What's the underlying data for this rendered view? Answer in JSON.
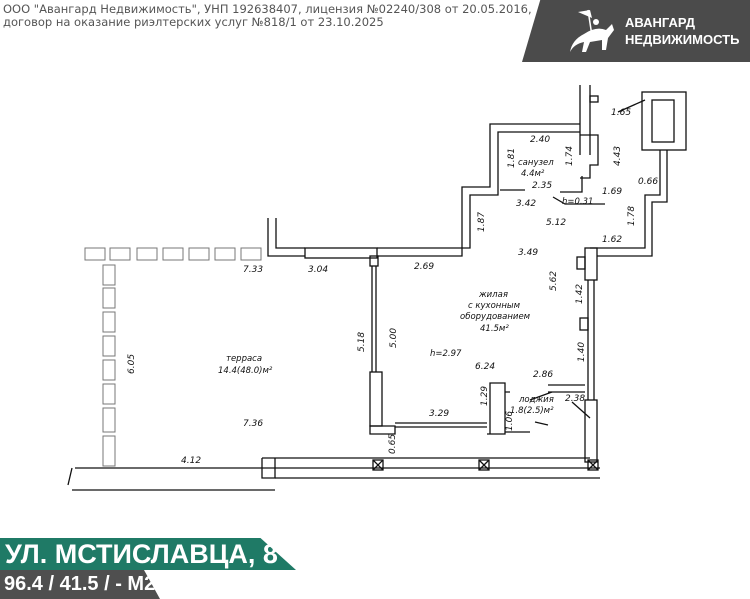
{
  "header": {
    "legal_line1": "ООО \"Авангард Недвижимость\", УНП 192638407, лицензия №02240/308 от 20.05.2016,",
    "legal_line2": "договор на оказание риэлтерских услуг №818/1 от 23.10.2025"
  },
  "logo": {
    "line1": "АВАНГАРД",
    "line2": "НЕДВИЖИМОСТЬ",
    "icon": "knight-on-horse-icon"
  },
  "plan": {
    "rooms": {
      "bathroom_name": "санузел",
      "bathroom_area": "4.4м²",
      "living_name1": "жилая",
      "living_name2": "с кухонным",
      "living_name3": "оборудованием",
      "living_area": "41.5м²",
      "ceiling": "h=2.97",
      "terrace_name": "терраса",
      "terrace_area": "14.4(48.0)м²",
      "loggia_name": "лоджия",
      "loggia_area": "1.8(2.5)м²",
      "step": "h=0.31"
    },
    "dims": {
      "d240": "2.40",
      "d181": "1.81",
      "d174": "1.74",
      "d235": "2.35",
      "d342": "3.42",
      "d169": "1.69",
      "d443": "4.43",
      "d165": "1.65",
      "d066": "0.66",
      "d178": "1.78",
      "d187": "1.87",
      "d512": "5.12",
      "d162": "1.62",
      "d349": "3.49",
      "d269": "2.69",
      "d304": "3.04",
      "d733": "7.33",
      "d562": "5.62",
      "d142": "1.42",
      "d518": "5.18",
      "d500": "5.00",
      "d605": "6.05",
      "d624": "6.24",
      "d140": "1.40",
      "d286": "2.86",
      "d238": "2.38",
      "d129": "1.29",
      "d329": "3.29",
      "d106": "1.06",
      "d736": "7.36",
      "d065": "0.65",
      "d412": "4.12"
    }
  },
  "footer": {
    "address": "УЛ. МСТИСЛАВЦА, 8",
    "areas": "96.4 / 41.5 / - М2"
  },
  "colors": {
    "accent": "#1f7a66",
    "dark": "#4b4b4b"
  }
}
